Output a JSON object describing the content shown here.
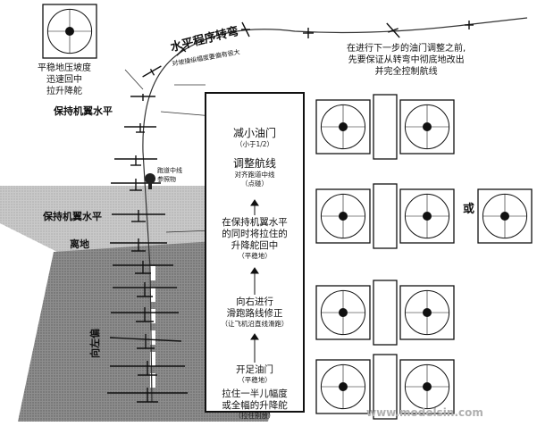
{
  "title_turn": "水平程序转弯",
  "title_turn_sub": "对坡操纵幅度要偏有很大",
  "note_top_right": [
    "在进行下一步的油门调整之前,",
    "先要保证从转弯中彻底地改出",
    "并完全控制航线"
  ],
  "note_left_top": [
    "平稳地压坡度",
    "迅速回中",
    "拉升降舵"
  ],
  "label_keep_level_1": "保持机翼水平",
  "label_runway_ref": [
    "跑道中线",
    "参照物"
  ],
  "label_keep_level_2": "保持机翼水平",
  "label_liftoff": "离地",
  "label_upwind": "向左偏",
  "label_or": "或",
  "watermark": "www.modelsin.com",
  "steps": [
    {
      "main": "减小油门",
      "sub": "（小于1/2）"
    },
    {
      "main": "调整航线",
      "sub": "对齐跑道中线",
      "sub2": "（点碰）"
    },
    {
      "main": "在保持机翼水平的同时将拉住的升降舵回中",
      "lines": [
        "在保持机翼水平",
        "的同时将拉住的",
        "升降舵回中"
      ],
      "sub": "（平稳地）"
    },
    {
      "main": "向右进行滑跑路线修正",
      "lines": [
        "向右进行",
        "滑跑路线修正"
      ],
      "sub": "（让飞机沿直线滑跑）"
    },
    {
      "main": "开足油门",
      "sub": "（平稳地）"
    },
    {
      "main": "拉住一半儿幅度或全幅的升降舵",
      "lines": [
        "拉住一半儿幅度",
        "或全幅的升降舵"
      ],
      "sub": "（拉住别放）"
    }
  ]
}
